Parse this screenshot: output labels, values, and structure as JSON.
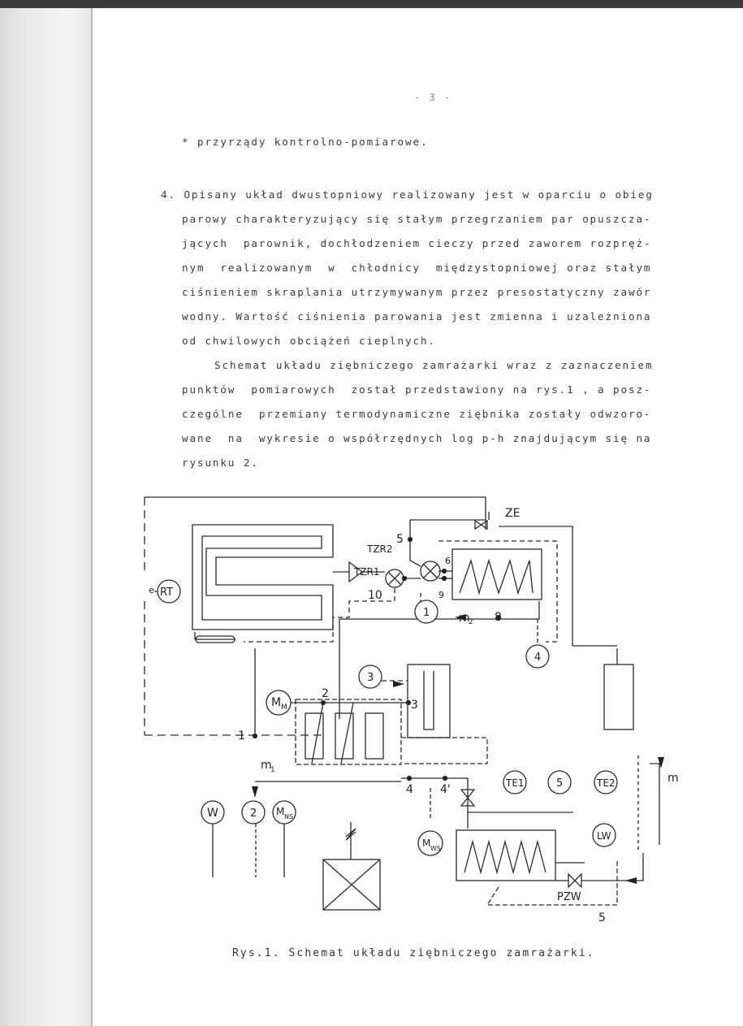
{
  "page_number": "- 3 -",
  "bullet_line": "* przyrządy kontrolno-pomiarowe.",
  "paragraph1": {
    "lines": [
      "4. Opisany układ dwustopniowy realizowany jest w oparciu o obieg",
      "parowy charakteryzujący się stałym przegrzaniem par opuszcza-",
      "jących  parownik, dochłodzeniem cieczy przed zaworem rozpręż-",
      "nym  realizowanym  w  chłodnicy  międzystopniowej oraz stałym",
      "ciśnieniem skraplania utrzymywanym przez presostatyczny zawór",
      "wodny. Wartość ciśnienia parowania jest zmienna i uzależniona",
      "od chwilowych obciążeń cieplnych."
    ]
  },
  "paragraph2": {
    "lines": [
      "Schemat układu ziębniczego zamrażarki wraz z zaznaczeniem",
      "punktów  pomiarowych  został przedstawiony na rys.1 , a posz-",
      "czególne  przemiany termodynamiczne ziębnika zostały odwzoro-",
      "wane  na  wykresie o współrzędnych log p-h znajdującym się na",
      "rysunku 2."
    ]
  },
  "diagram": {
    "labels": {
      "ze": "ZE",
      "tzr2": "TZR2",
      "tzr1": "TZR1",
      "rt": "RT",
      "mm": "M",
      "mm_sub": "M",
      "mns": "M",
      "mns_sub": "NS",
      "mws": "M",
      "mws_sub": "WS",
      "w": "W",
      "te1": "TE1",
      "te2": "TE2",
      "lw": "LW",
      "pzw": "PZW",
      "e": "e",
      "m": "m",
      "m_sub1": "1",
      "m_sub2": "2"
    },
    "point_numbers": [
      "1",
      "2",
      "3",
      "4",
      "4'",
      "5",
      "6",
      "8",
      "9",
      "10",
      "5"
    ],
    "circle_numbers": [
      "1",
      "2",
      "3",
      "4",
      "5"
    ]
  },
  "caption": "Rys.1. Schemat układu ziębniczego zamrażarki."
}
